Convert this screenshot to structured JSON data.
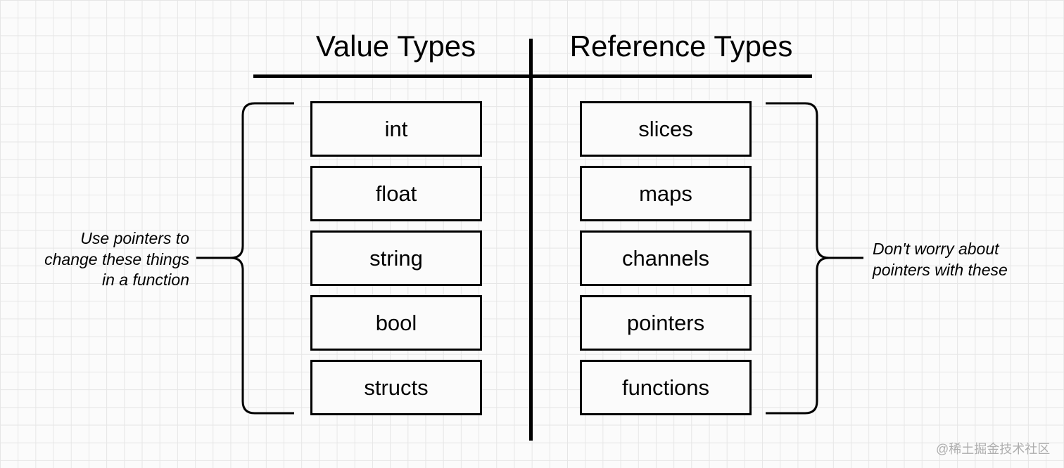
{
  "headers": {
    "value_types": "Value Types",
    "reference_types": "Reference Types"
  },
  "value_types": [
    "int",
    "float",
    "string",
    "bool",
    "structs"
  ],
  "reference_types": [
    "slices",
    "maps",
    "channels",
    "pointers",
    "functions"
  ],
  "annotations": {
    "value_lines": [
      "Use pointers to",
      "change these things",
      "in a function"
    ],
    "reference_lines": [
      "Don't worry about",
      "pointers with these"
    ]
  },
  "watermark": "@稀土掘金技术社区"
}
